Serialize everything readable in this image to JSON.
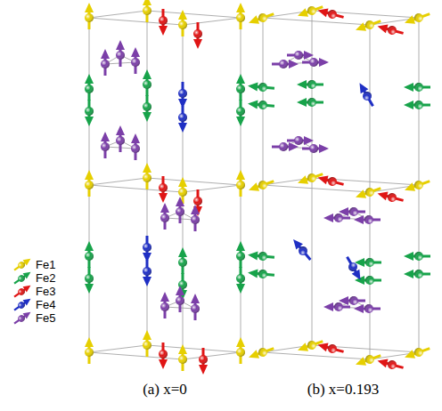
{
  "diagram": {
    "labels": [
      "(a) x=0",
      "(b) x=0.193"
    ],
    "legend": [
      {
        "text": "Fe1"
      },
      {
        "text": "Fe2"
      },
      {
        "text": "Fe3"
      },
      {
        "text": "Fe4"
      },
      {
        "text": "Fe5"
      }
    ]
  }
}
